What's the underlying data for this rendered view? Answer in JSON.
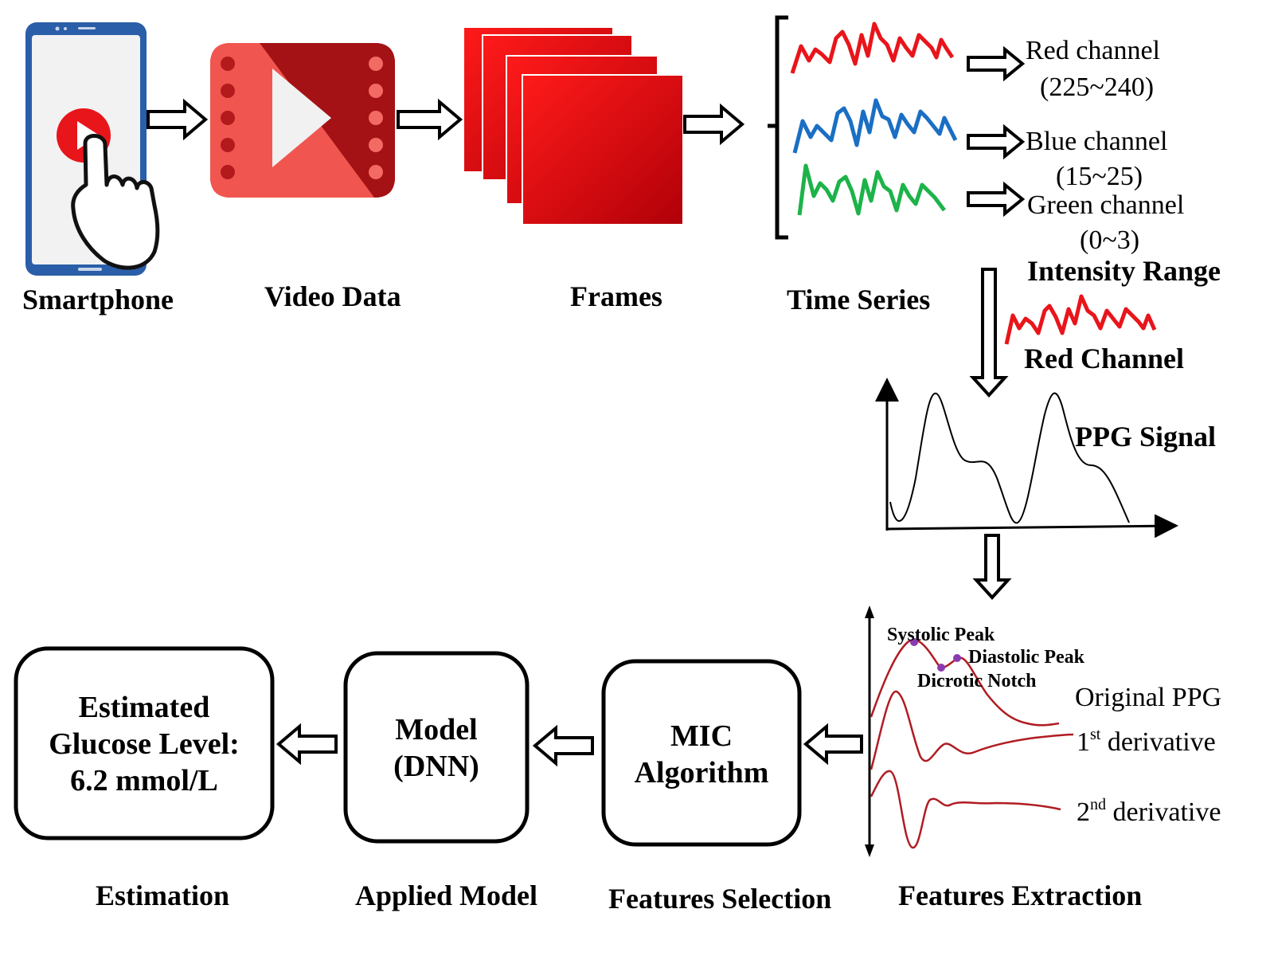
{
  "stages_top": {
    "smartphone": "Smartphone",
    "video_data": "Video Data",
    "frames": "Frames",
    "time_series": "Time Series"
  },
  "channels": {
    "red": {
      "label": "Red channel",
      "range": "(225~240)"
    },
    "blue": {
      "label": "Blue channel",
      "range": "(15~25)"
    },
    "green": {
      "label": "Green channel",
      "range": "(0~3)"
    },
    "intensity_range": "Intensity Range"
  },
  "red_channel_title": "Red Channel",
  "ppg_signal_title": "PPG Signal",
  "features": {
    "systolic_peak": "Systolic Peak",
    "diastolic_peak": "Diastolic Peak",
    "dicrotic_notch": "Dicrotic Notch",
    "original_ppg": "Original PPG",
    "first_num": "1",
    "first_sup": "st",
    "first_rest": " derivative",
    "second_num": "2",
    "second_sup": "nd",
    "second_rest": " derivative"
  },
  "boxes": {
    "mic_line1": "MIC",
    "mic_line2": "Algorithm",
    "model_line1": "Model",
    "model_line2": "(DNN)",
    "estimate_line1": "Estimated",
    "estimate_line2": "Glucose Level:",
    "estimate_line3": "6.2 mmol/L"
  },
  "stages_bottom": {
    "estimation": "Estimation",
    "applied_model": "Applied Model",
    "features_selection": "Features Selection",
    "features_extraction": "Features Extraction"
  },
  "colors": {
    "red_signal": "#e8151b",
    "blue_signal": "#1a6fc4",
    "green_signal": "#1db34a",
    "ppg_dark_red": "#b01c22",
    "video_red": "#e5504a",
    "video_dark": "#a41215",
    "frame_red": "#e0000a",
    "phone_blue": "#2a5ea8",
    "feature_dot": "#8a3bb0"
  }
}
